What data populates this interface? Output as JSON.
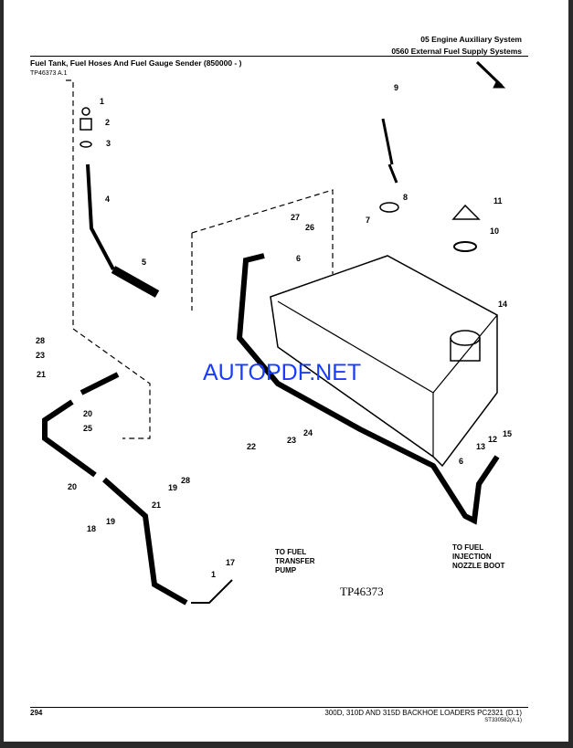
{
  "header": {
    "section": "05 Engine Auxiliary System",
    "group": "0560 External Fuel Supply Systems",
    "title": "Fuel Tank, Fuel Hoses And Fuel Gauge Sender (850000 - )",
    "figure_ref": "TP46373 A.1"
  },
  "diagram": {
    "callouts": [
      "1",
      "2",
      "3",
      "4",
      "5",
      "27",
      "26",
      "6",
      "9",
      "8",
      "7",
      "11",
      "10",
      "14",
      "28",
      "23",
      "21",
      "20",
      "25",
      "24",
      "23",
      "22",
      "13",
      "12",
      "15",
      "6",
      "28",
      "19",
      "20",
      "21",
      "19",
      "18",
      "17",
      "1"
    ],
    "note_transfer_pump": [
      "TO FUEL",
      "TRANSFER",
      "PUMP"
    ],
    "note_injection": [
      "TO FUEL",
      "INJECTION",
      "NOZZLE BOOT"
    ],
    "figure_label": "TP46373",
    "watermark": "AUTOPDF.NET",
    "watermark_color": "#1a3cff"
  },
  "footer": {
    "page_number": "294",
    "book": "300D, 310D AND 315D BACKHOE LOADERS   PC2321   (D.1)",
    "code": "ST330582(A.1)"
  }
}
